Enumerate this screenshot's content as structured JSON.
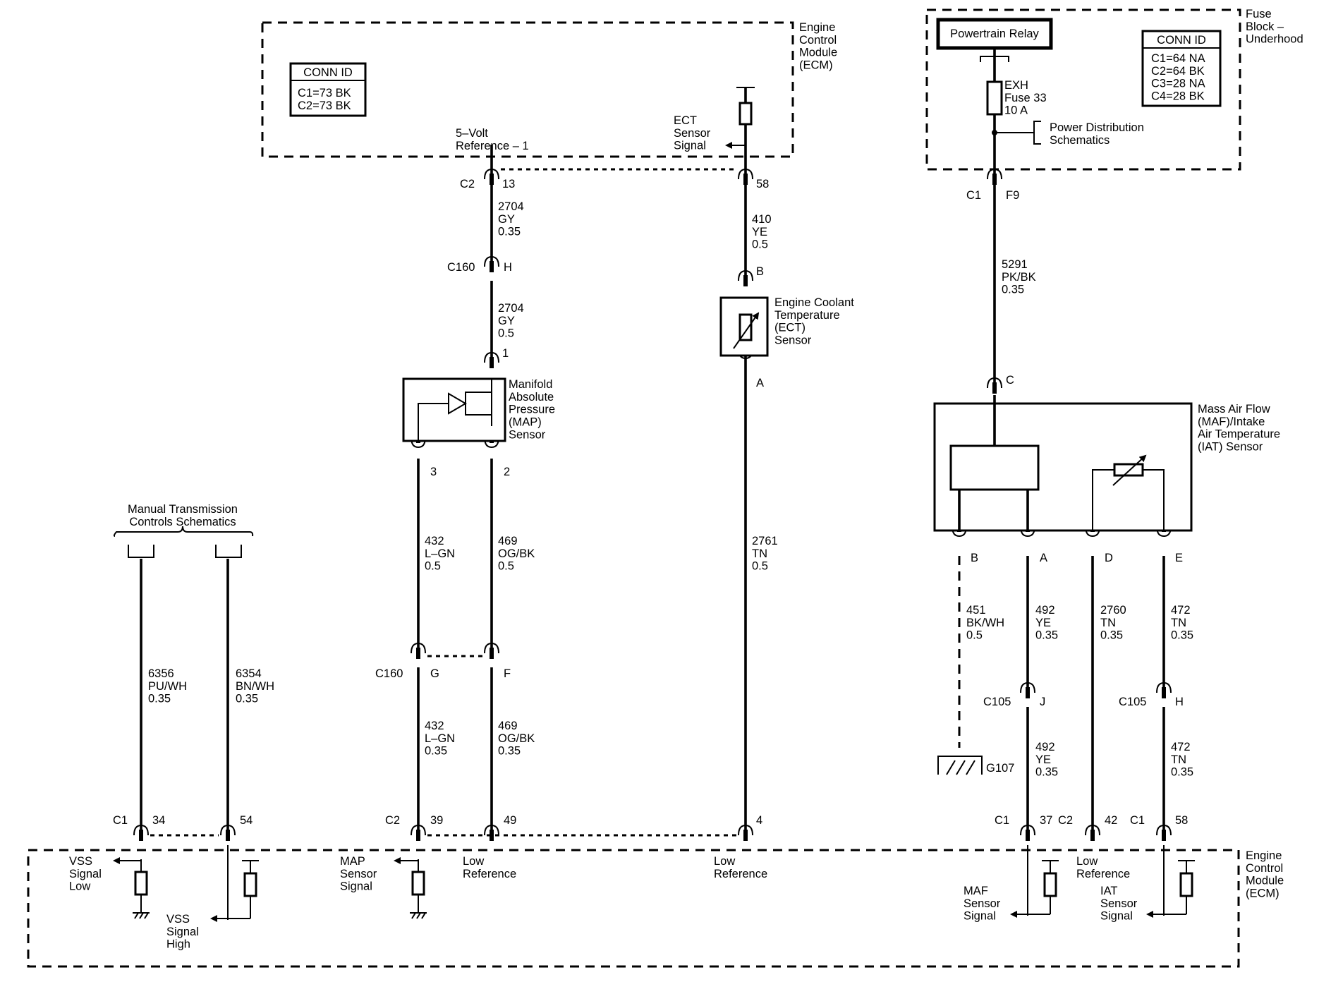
{
  "ecm_top": {
    "title": [
      "Engine",
      "Control",
      "Module",
      "(ECM)"
    ],
    "conn_title": "CONN ID",
    "conn_lines": [
      "C1=73 BK",
      "C2=73 BK"
    ],
    "ref_label": [
      "5–Volt",
      "Reference – 1"
    ],
    "ect_signal_label": [
      "ECT",
      "Sensor",
      "Signal"
    ]
  },
  "fuse_block": {
    "title": [
      "Fuse",
      "Block –",
      "Underhood"
    ],
    "relay": "Powertrain Relay",
    "conn_title": "CONN ID",
    "conn_lines": [
      "C1=64 NA",
      "C2=64 BK",
      "C3=28 NA",
      "C4=28 BK"
    ],
    "fuse": [
      "EXH",
      "Fuse 33",
      "10 A"
    ],
    "power_dist": [
      "Power Distribution",
      "Schematics"
    ]
  },
  "pins": {
    "c2": "C2",
    "p13": "13",
    "p58top": "58",
    "c1_fuse": "C1",
    "f9": "F9",
    "c160_top": "C160",
    "h": "H",
    "b_ect": "B",
    "a_ect": "A",
    "p1": "1",
    "p3": "3",
    "p2": "2",
    "c_maf": "C",
    "b_maf": "B",
    "a_maf": "A",
    "d_maf": "D",
    "e_maf": "E",
    "c160_bot": "C160",
    "g": "G",
    "f": "F",
    "c105_j": "C105",
    "j": "J",
    "c105_h": "C105",
    "h2": "H",
    "g107": "G107",
    "c1_34": "C1",
    "p34": "34",
    "p54": "54",
    "c2_39": "C2",
    "p39": "39",
    "p49": "49",
    "p4": "4",
    "c1_37": "C1",
    "p37": "37",
    "c2_42": "C2",
    "p42": "42",
    "c1_58": "C1",
    "p58bot": "58"
  },
  "wires": {
    "w2704a": [
      "2704",
      "GY",
      "0.35"
    ],
    "w2704b": [
      "2704",
      "GY",
      "0.5"
    ],
    "w410": [
      "410",
      "YE",
      "0.5"
    ],
    "w5291": [
      "5291",
      "PK/BK",
      "0.35"
    ],
    "w432a": [
      "432",
      "L–GN",
      "0.5"
    ],
    "w469a": [
      "469",
      "OG/BK",
      "0.5"
    ],
    "w2761": [
      "2761",
      "TN",
      "0.5"
    ],
    "w432b": [
      "432",
      "L–GN",
      "0.35"
    ],
    "w469b": [
      "469",
      "OG/BK",
      "0.35"
    ],
    "w6356": [
      "6356",
      "PU/WH",
      "0.35"
    ],
    "w6354": [
      "6354",
      "BN/WH",
      "0.35"
    ],
    "w451": [
      "451",
      "BK/WH",
      "0.5"
    ],
    "w492a": [
      "492",
      "YE",
      "0.35"
    ],
    "w2760": [
      "2760",
      "TN",
      "0.35"
    ],
    "w472a": [
      "472",
      "TN",
      "0.35"
    ],
    "w492b": [
      "492",
      "YE",
      "0.35"
    ],
    "w472b": [
      "472",
      "TN",
      "0.35"
    ]
  },
  "components": {
    "map": [
      "Manifold",
      "Absolute",
      "Pressure",
      "(MAP)",
      "Sensor"
    ],
    "ect": [
      "Engine Coolant",
      "Temperature",
      "(ECT)",
      "Sensor"
    ],
    "maf": [
      "Mass Air Flow",
      "(MAF)/Intake",
      "Air Temperature",
      "(IAT) Sensor"
    ],
    "mtcs": [
      "Manual Transmission",
      "Controls Schematics"
    ]
  },
  "ecm_bottom": {
    "title": [
      "Engine",
      "Control",
      "Module",
      "(ECM)"
    ],
    "vss_low": [
      "VSS",
      "Signal",
      "Low"
    ],
    "vss_high": [
      "VSS",
      "Signal",
      "High"
    ],
    "map_sig": [
      "MAP",
      "Sensor",
      "Signal"
    ],
    "low_ref1": [
      "Low",
      "Reference"
    ],
    "low_ref2": [
      "Low",
      "Reference"
    ],
    "low_ref3": [
      "Low",
      "Reference"
    ],
    "maf_sig": [
      "MAF",
      "Sensor",
      "Signal"
    ],
    "iat_sig": [
      "IAT",
      "Sensor",
      "Signal"
    ]
  }
}
